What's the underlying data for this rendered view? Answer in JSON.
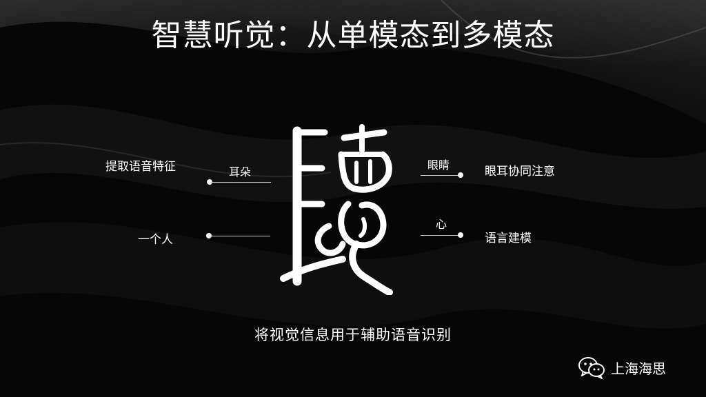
{
  "slide": {
    "title": "智慧听觉：从单模态到多模态",
    "subtitle": "将视觉信息用于辅助语音识别",
    "center_glyph": "聽"
  },
  "left": {
    "top_outer": "提取语音特征",
    "top_inner": "耳朵",
    "bottom_outer": "一个人"
  },
  "right": {
    "top_inner": "眼睛",
    "top_outer": "眼耳协同注意",
    "bottom_inner": "心",
    "bottom_outer": "语言建模"
  },
  "watermark": {
    "text": "上海海思",
    "icon": "wechat-icon"
  },
  "colors": {
    "background": "#050505",
    "text": "#ffffff",
    "line": "#cfcfcf"
  }
}
